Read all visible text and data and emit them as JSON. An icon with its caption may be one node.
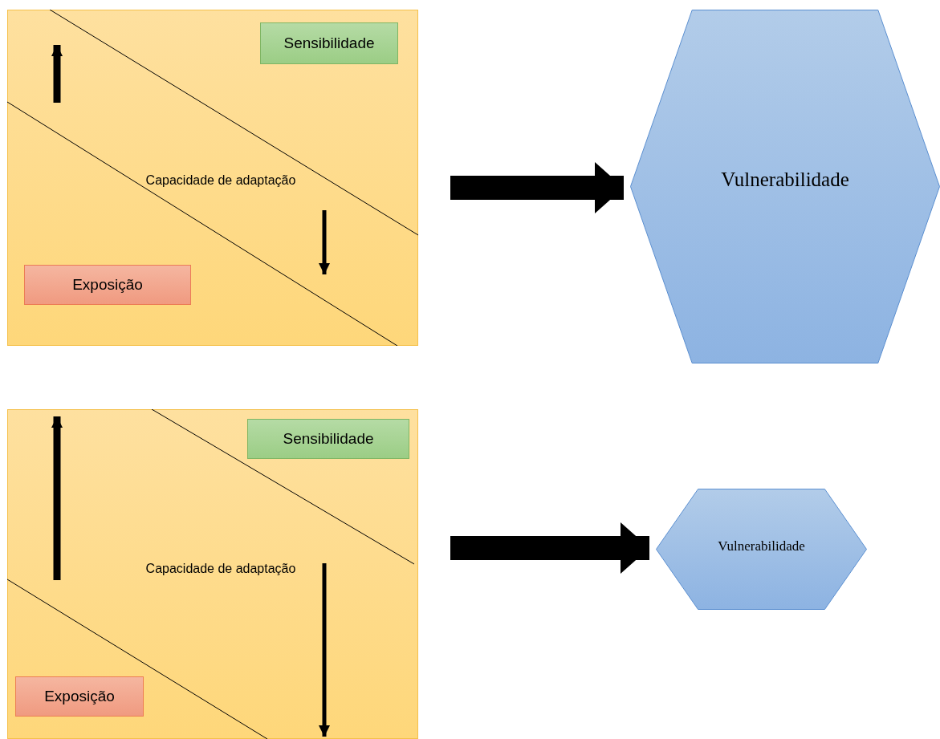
{
  "diagram": {
    "nodes": [
      {
        "text": [
          "Capacidade de adaptação"
        ]
      },
      {
        "text": [
          "Sensibilidade"
        ],
        "in": 0
      },
      {
        "text": [
          "Exposição"
        ],
        "in": 0
      },
      {
        "text": [
          "Vulnerabilidade"
        ]
      },
      {
        "text": [
          "Capacidade de adaptação"
        ]
      },
      {
        "text": [
          "Sensibilidade"
        ],
        "in": 4
      },
      {
        "text": [
          "Exposição"
        ],
        "in": 4
      },
      {
        "text": [
          "Vulnerabilidade"
        ]
      }
    ],
    "edges": [
      {
        "from": 0,
        "to": 3,
        "arrow": "to"
      },
      {
        "from": 4,
        "to": 7,
        "arrow": "to"
      }
    ]
  }
}
